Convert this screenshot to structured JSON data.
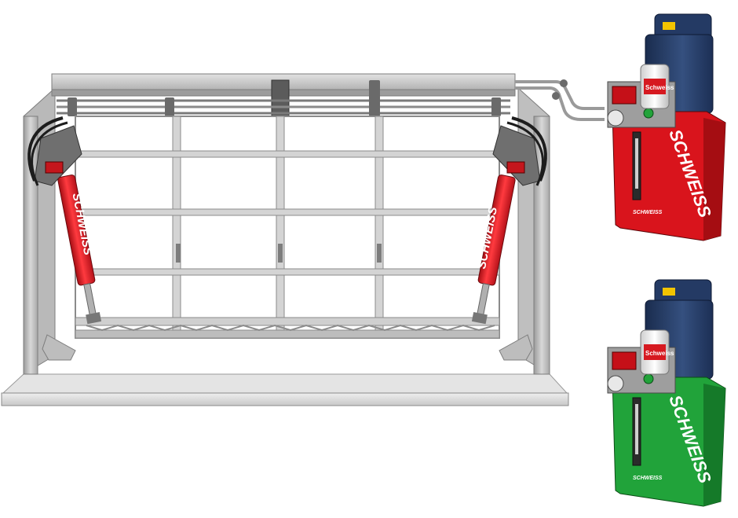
{
  "illustration": {
    "door": {
      "left_cylinder_brand": "SCHWEISS",
      "right_cylinder_brand": "SCHWEISS"
    },
    "pump_units": [
      {
        "color_name": "red",
        "tank_color": "#d9141c",
        "tank_shade": "#a50d12",
        "brand": "SCHWEISS",
        "tag": "SCHWEISS",
        "filter_label": "Schweiss"
      },
      {
        "color_name": "green",
        "tank_color": "#21a33a",
        "tank_shade": "#157a29",
        "brand": "SCHWEISS",
        "tag": "SCHWEISS",
        "filter_label": "Schweiss"
      }
    ],
    "colors": {
      "frame_gray": "#c9c9c9",
      "frame_dark": "#8e8e8e",
      "motor_blue": "#233a63",
      "cylinder_red": "#e01b22",
      "hose_black": "#1d1d1d",
      "floor_gray": "#d6d6d6"
    }
  }
}
